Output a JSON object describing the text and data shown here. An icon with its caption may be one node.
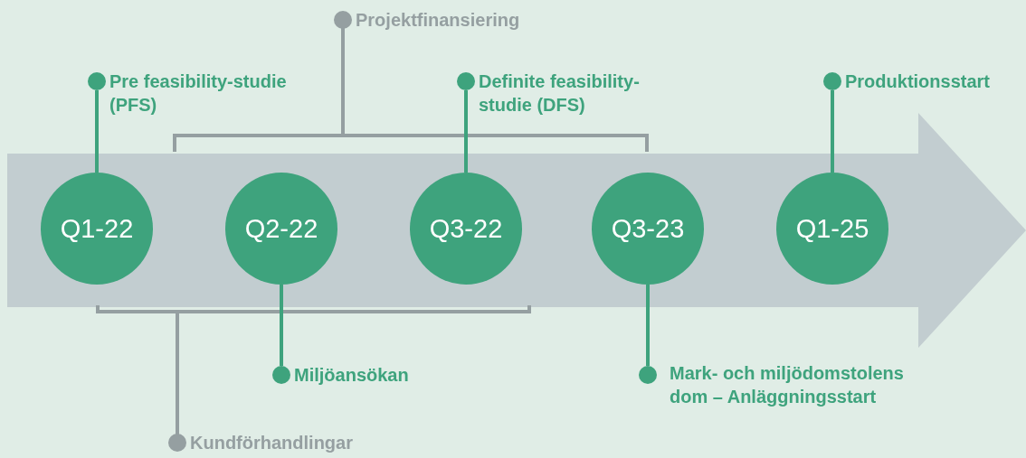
{
  "diagram": {
    "nodes": [
      {
        "text": [
          "Projektfinansiering"
        ]
      },
      {
        "text": [
          "Pre feasibility-studie (PFS)"
        ]
      },
      {
        "text": [
          "Definite feasibility-studie (DFS)"
        ]
      },
      {
        "text": [
          "Produktionsstart"
        ]
      },
      {
        "text": [
          "Q1-22"
        ]
      },
      {
        "text": [
          "Q2-22"
        ]
      },
      {
        "text": [
          "Q3-22"
        ]
      },
      {
        "text": [
          "Q3-23"
        ]
      },
      {
        "text": [
          "Q1-25"
        ]
      },
      {
        "text": [
          "Miljöansökan"
        ]
      },
      {
        "text": [
          "Mark- och miljödomstolens dom – Anläggningsstart"
        ]
      },
      {
        "text": [
          "Kundförhandlingar"
        ]
      }
    ],
    "edges": [
      {
        "from": 1,
        "to": 4,
        "arrow": "none"
      },
      {
        "from": 2,
        "to": 6,
        "arrow": "none"
      },
      {
        "from": 3,
        "to": 8,
        "arrow": "none"
      },
      {
        "from": 9,
        "to": 5,
        "arrow": "none"
      },
      {
        "from": 10,
        "to": 7,
        "arrow": "none"
      }
    ]
  }
}
